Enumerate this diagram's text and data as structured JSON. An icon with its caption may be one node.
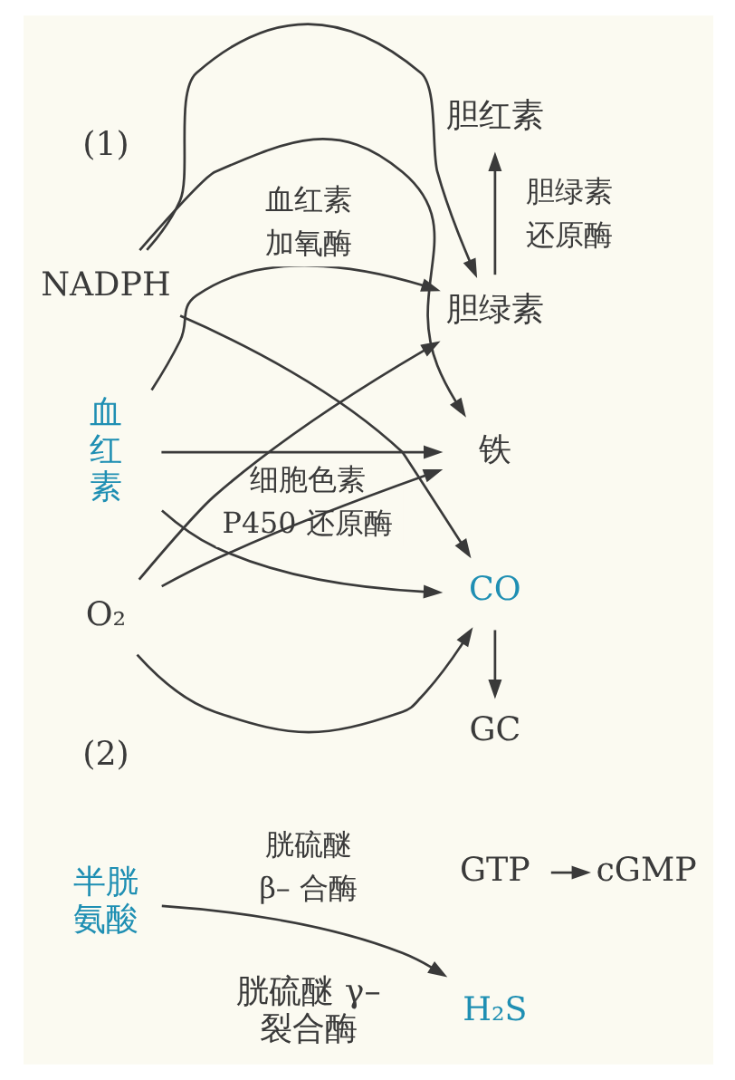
{
  "diagram": {
    "nodes": [
      {
        "text": [
          "胆红素"
        ]
      },
      {
        "text": [
          "胆绿素"
        ]
      },
      {
        "text": [
          "NADPH"
        ]
      },
      {
        "text": [
          "血红素"
        ]
      },
      {
        "text": [
          "铁"
        ]
      },
      {
        "text": [
          "O₂"
        ]
      },
      {
        "text": [
          "CO"
        ]
      },
      {
        "text": [
          "GC"
        ]
      },
      {
        "text": [
          "GTP"
        ]
      },
      {
        "text": [
          "cGMP"
        ]
      },
      {
        "text": [
          "半胱氨酸"
        ]
      },
      {
        "text": [
          "H₂S"
        ]
      }
    ],
    "edges": [
      {
        "from": 2,
        "to": 1,
        "arrow": "to"
      },
      {
        "from": 2,
        "to": 4,
        "arrow": "to"
      },
      {
        "from": 2,
        "to": 6,
        "arrow": "to"
      },
      {
        "from": 5,
        "to": 1,
        "arrow": "to"
      },
      {
        "from": 5,
        "to": 4,
        "arrow": "to"
      },
      {
        "from": 5,
        "to": 6,
        "arrow": "to"
      },
      {
        "from": 3,
        "to": 4,
        "arrow": "to"
      },
      {
        "from": 3,
        "to": 1,
        "arrow": "to",
        "label": "血红素加氧酶"
      },
      {
        "from": 3,
        "to": 6,
        "arrow": "to",
        "label": "细胞色素P450 还原酶"
      },
      {
        "from": 1,
        "to": 0,
        "arrow": "to",
        "label": "胆绿素还原酶"
      },
      {
        "from": 6,
        "to": 7,
        "arrow": "to"
      },
      {
        "from": 8,
        "to": 9,
        "arrow": "to"
      },
      {
        "from": 10,
        "to": 11,
        "arrow": "to",
        "label": "胱硫醚β– 合酶"
      }
    ],
    "labels": [
      "(1)",
      "(2)",
      "胱硫醚 γ–裂合酶"
    ]
  }
}
